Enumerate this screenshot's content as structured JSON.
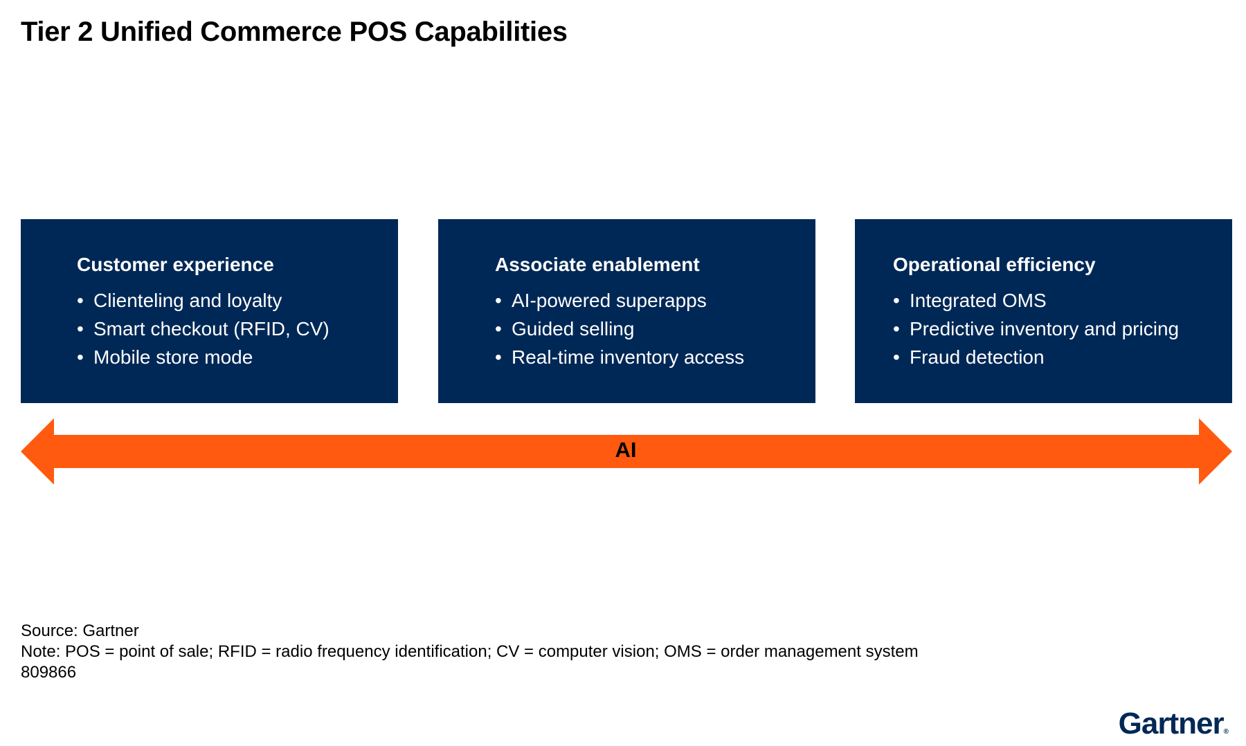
{
  "title": "Tier 2 Unified Commerce POS Capabilities",
  "colors": {
    "panel_background": "#002856",
    "arrow": "#FF5A0F",
    "logo": "#002856"
  },
  "panels": [
    {
      "heading": "Customer experience",
      "items": [
        "Clienteling and loyalty",
        "Smart checkout (RFID, CV)",
        "Mobile store mode"
      ]
    },
    {
      "heading": "Associate enablement",
      "items": [
        "AI-powered superapps",
        "Guided selling",
        "Real-time inventory access"
      ]
    },
    {
      "heading": "Operational efficiency",
      "items": [
        "Integrated OMS",
        "Predictive inventory and pricing",
        "Fraud detection"
      ]
    }
  ],
  "arrow_label": "AI",
  "footer": {
    "source": "Source: Gartner",
    "note": "Note: POS = point of sale; RFID = radio frequency identification; CV = computer vision; OMS = order management system",
    "id": "809866"
  },
  "logo_text": "Gartner",
  "logo_mark": "®"
}
